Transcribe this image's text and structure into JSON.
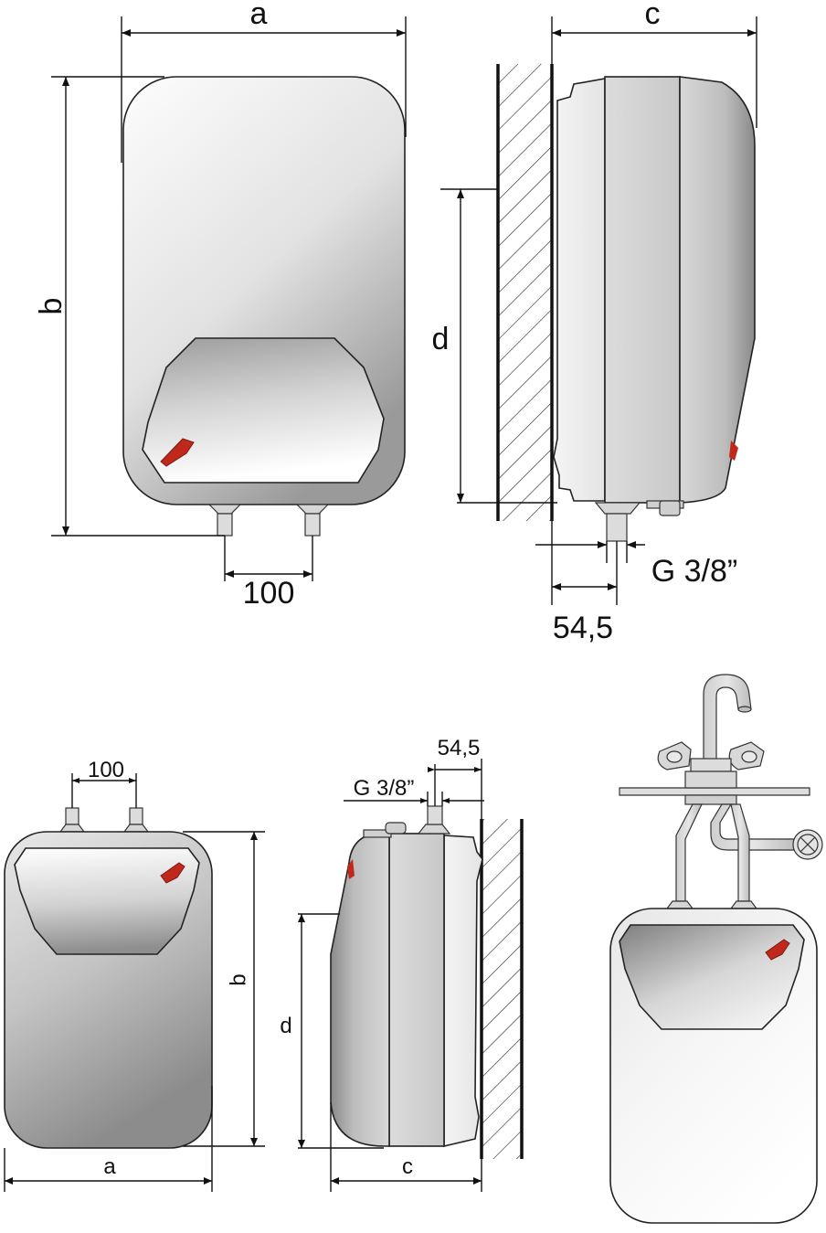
{
  "labels": {
    "width": "a",
    "height": "b",
    "depth": "c",
    "mount_height": "d",
    "pipe_spacing": "100",
    "wall_offset": "54,5",
    "thread": "G 3/8”"
  },
  "colors": {
    "body_light": "#fbfbfb",
    "body_dark": "#8a8a8a",
    "knob": "#c0281c",
    "line": "#222222"
  }
}
